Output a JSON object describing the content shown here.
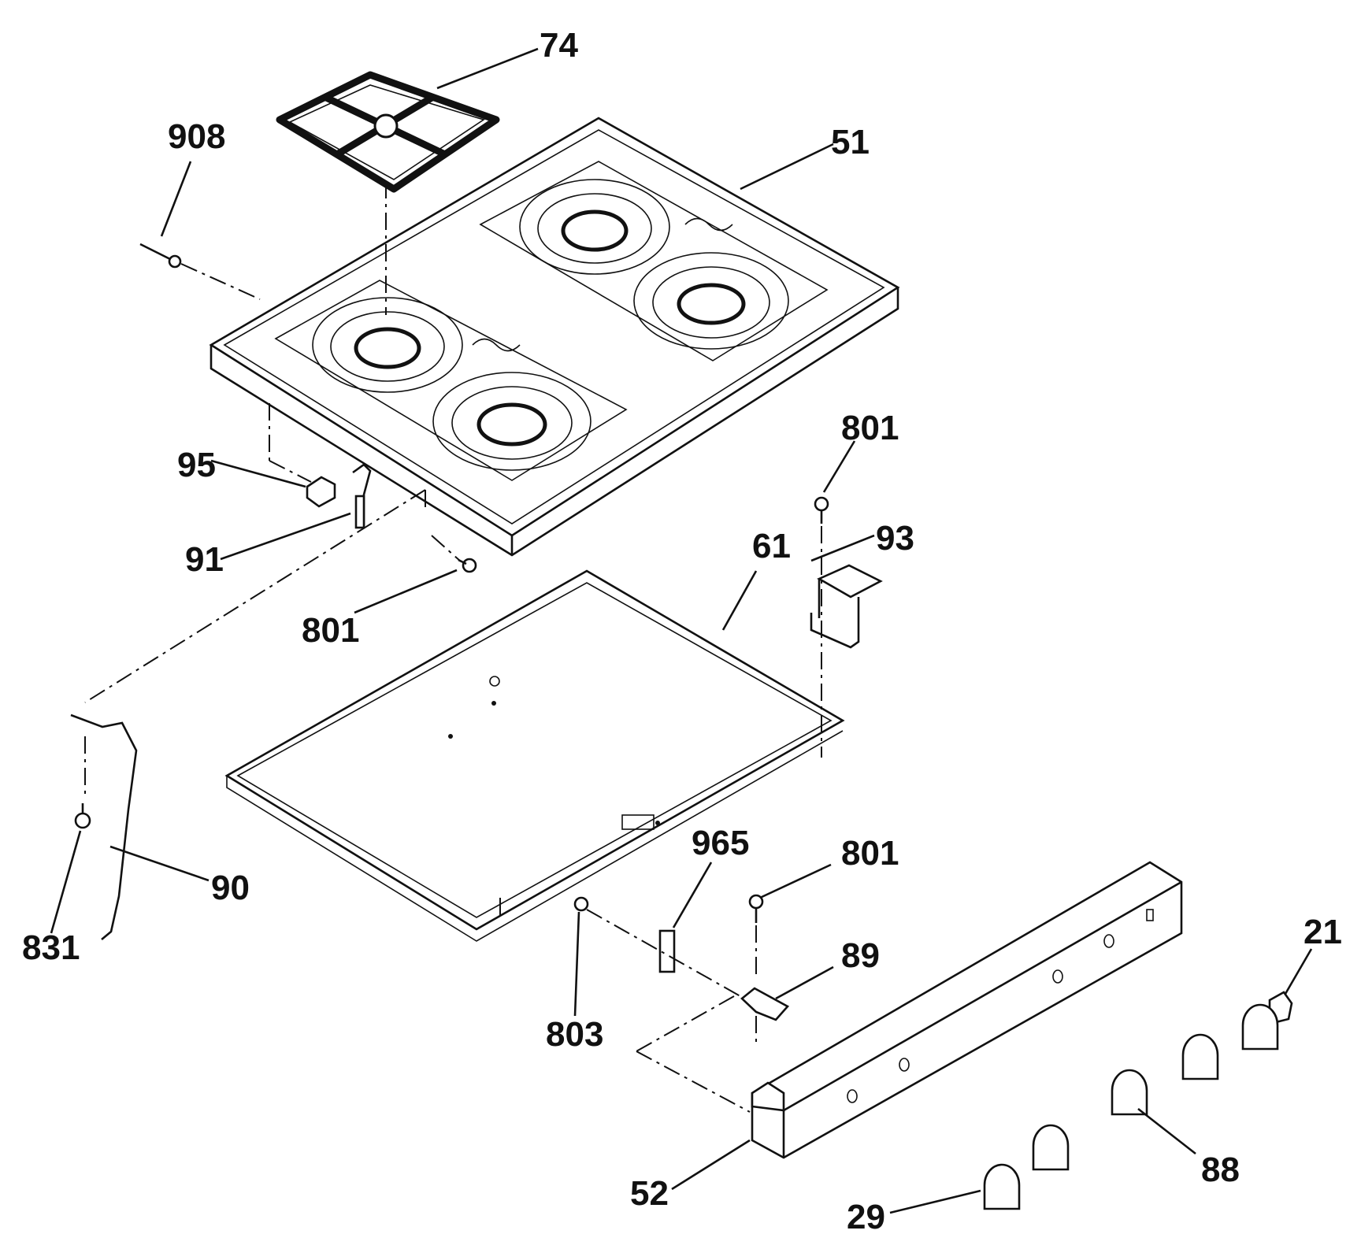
{
  "labels": {
    "p74": "74",
    "p908": "908",
    "p51": "51",
    "p95": "95",
    "p91": "91",
    "p801a": "801",
    "p801b": "801",
    "p801c": "801",
    "p93": "93",
    "p61": "61",
    "p90": "90",
    "p831": "831",
    "p965": "965",
    "p89": "89",
    "p803": "803",
    "p21": "21",
    "p88": "88",
    "p52": "52",
    "p29": "29"
  }
}
